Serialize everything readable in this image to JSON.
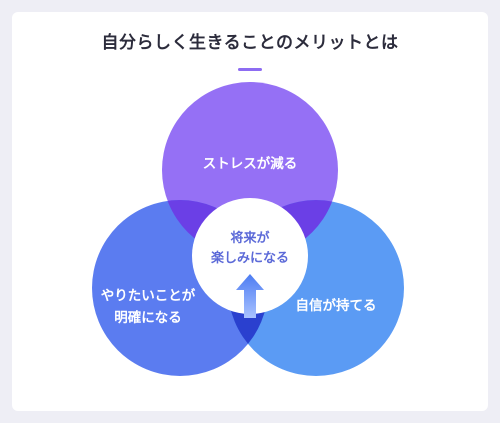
{
  "title": "自分らしく生きることのメリットとは",
  "colors": {
    "page_background": "#eeeef5",
    "card_background": "#ffffff",
    "title_text": "#2c2c3c",
    "accent": "#8d6cf2",
    "circle_top": "#9570f5",
    "circle_left": "#5b7cf0",
    "circle_right": "#5b9bf4",
    "overlap_top_left": "#6b3fe6",
    "overlap_top_right": "#6b3fe6",
    "overlap_bottom": "#2a40cf",
    "center_text": "#5c6ad8"
  },
  "diagram": {
    "circles": [
      {
        "id": "top",
        "label_lines": [
          "ストレスが減る"
        ]
      },
      {
        "id": "left",
        "label_lines": [
          "やりたいことが",
          "明確になる"
        ]
      },
      {
        "id": "right",
        "label_lines": [
          "自信が持てる"
        ]
      }
    ],
    "center": {
      "label_lines": [
        "将来が",
        "楽しみになる"
      ],
      "arrow_icon": "up-arrow-icon"
    }
  }
}
